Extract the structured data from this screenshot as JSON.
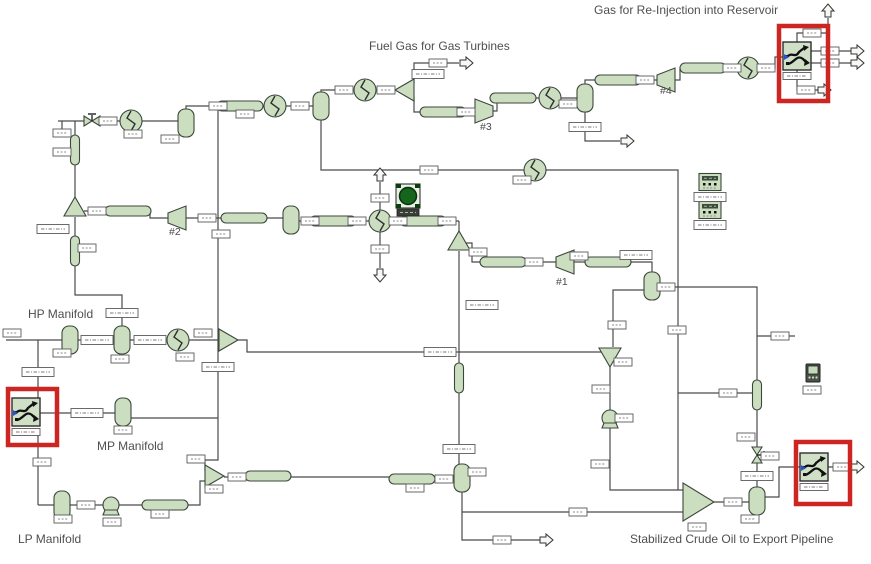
{
  "app": {
    "type": "process-flow-diagram",
    "description": "Oil and gas production facility flowsheet"
  },
  "annotations": {
    "gas_reinjection": "Gas for Re-Injection into Reservoir",
    "fuel_gas": "Fuel Gas for Gas Turbines",
    "hp_manifold": "HP Manifold",
    "mp_manifold": "MP Manifold",
    "lp_manifold": "LP Manifold",
    "crude_export": "Stabilized Crude Oil to Export Pipeline"
  },
  "equipment_labels": {
    "comp1": "#1",
    "comp2": "#2",
    "comp3": "#3",
    "comp4": "#4"
  },
  "highlights": {
    "count": 3,
    "color": "#cc2522",
    "items": [
      "gas-reinjection-well-group",
      "inlet-well-group",
      "export-pipeline"
    ]
  },
  "colors": {
    "background": "#ffffff",
    "stream_line": "#4a4a4a",
    "equipment_fill": "#cbdfc0",
    "equipment_stroke": "#3c463c",
    "highlight_red": "#cc2522",
    "recycle_green": "#15651c",
    "annotation_text": "#4f4f4f",
    "tag_fill": "#ffffff"
  },
  "icons": [
    "separator-vessel-icon",
    "pipe-segment-icon",
    "heat-exchanger-icon",
    "compressor-icon",
    "expander-icon",
    "mixer-tee-icon",
    "valve-icon",
    "pump-icon",
    "well-group-icon",
    "export-pipeline-icon",
    "recycle-operator-icon",
    "spreadsheet-icon",
    "controller-icon",
    "stream-label-tag",
    "stream-arrow-icon"
  ]
}
